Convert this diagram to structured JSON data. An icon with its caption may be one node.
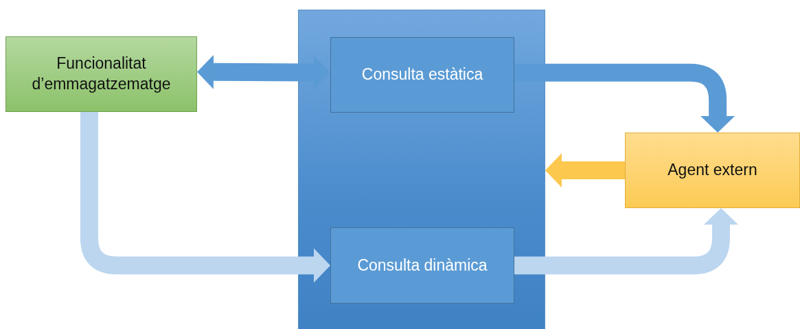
{
  "diagram": {
    "nodes": [
      {
        "text": [],
        "shape": "box"
      },
      {
        "text": [
          "Funcionalitat d’emmagatzematge"
        ]
      },
      {
        "text": [
          "Consulta estàtica"
        ],
        "in": 0
      },
      {
        "text": [
          "Consulta dinàmica"
        ],
        "in": 0
      },
      {
        "text": [
          "Agent extern"
        ]
      }
    ],
    "edges": [
      {
        "from": 1,
        "to": 2,
        "arrow": "both"
      },
      {
        "from": 2,
        "to": 4,
        "arrow": "to"
      },
      {
        "from": 4,
        "to": 0,
        "arrow": "to",
        "color": "#fcc84e"
      },
      {
        "from": 1,
        "to": 3,
        "arrow": "to",
        "color": "#bcd6f0"
      },
      {
        "from": 3,
        "to": 4,
        "arrow": "to",
        "color": "#bcd6f0"
      }
    ]
  }
}
